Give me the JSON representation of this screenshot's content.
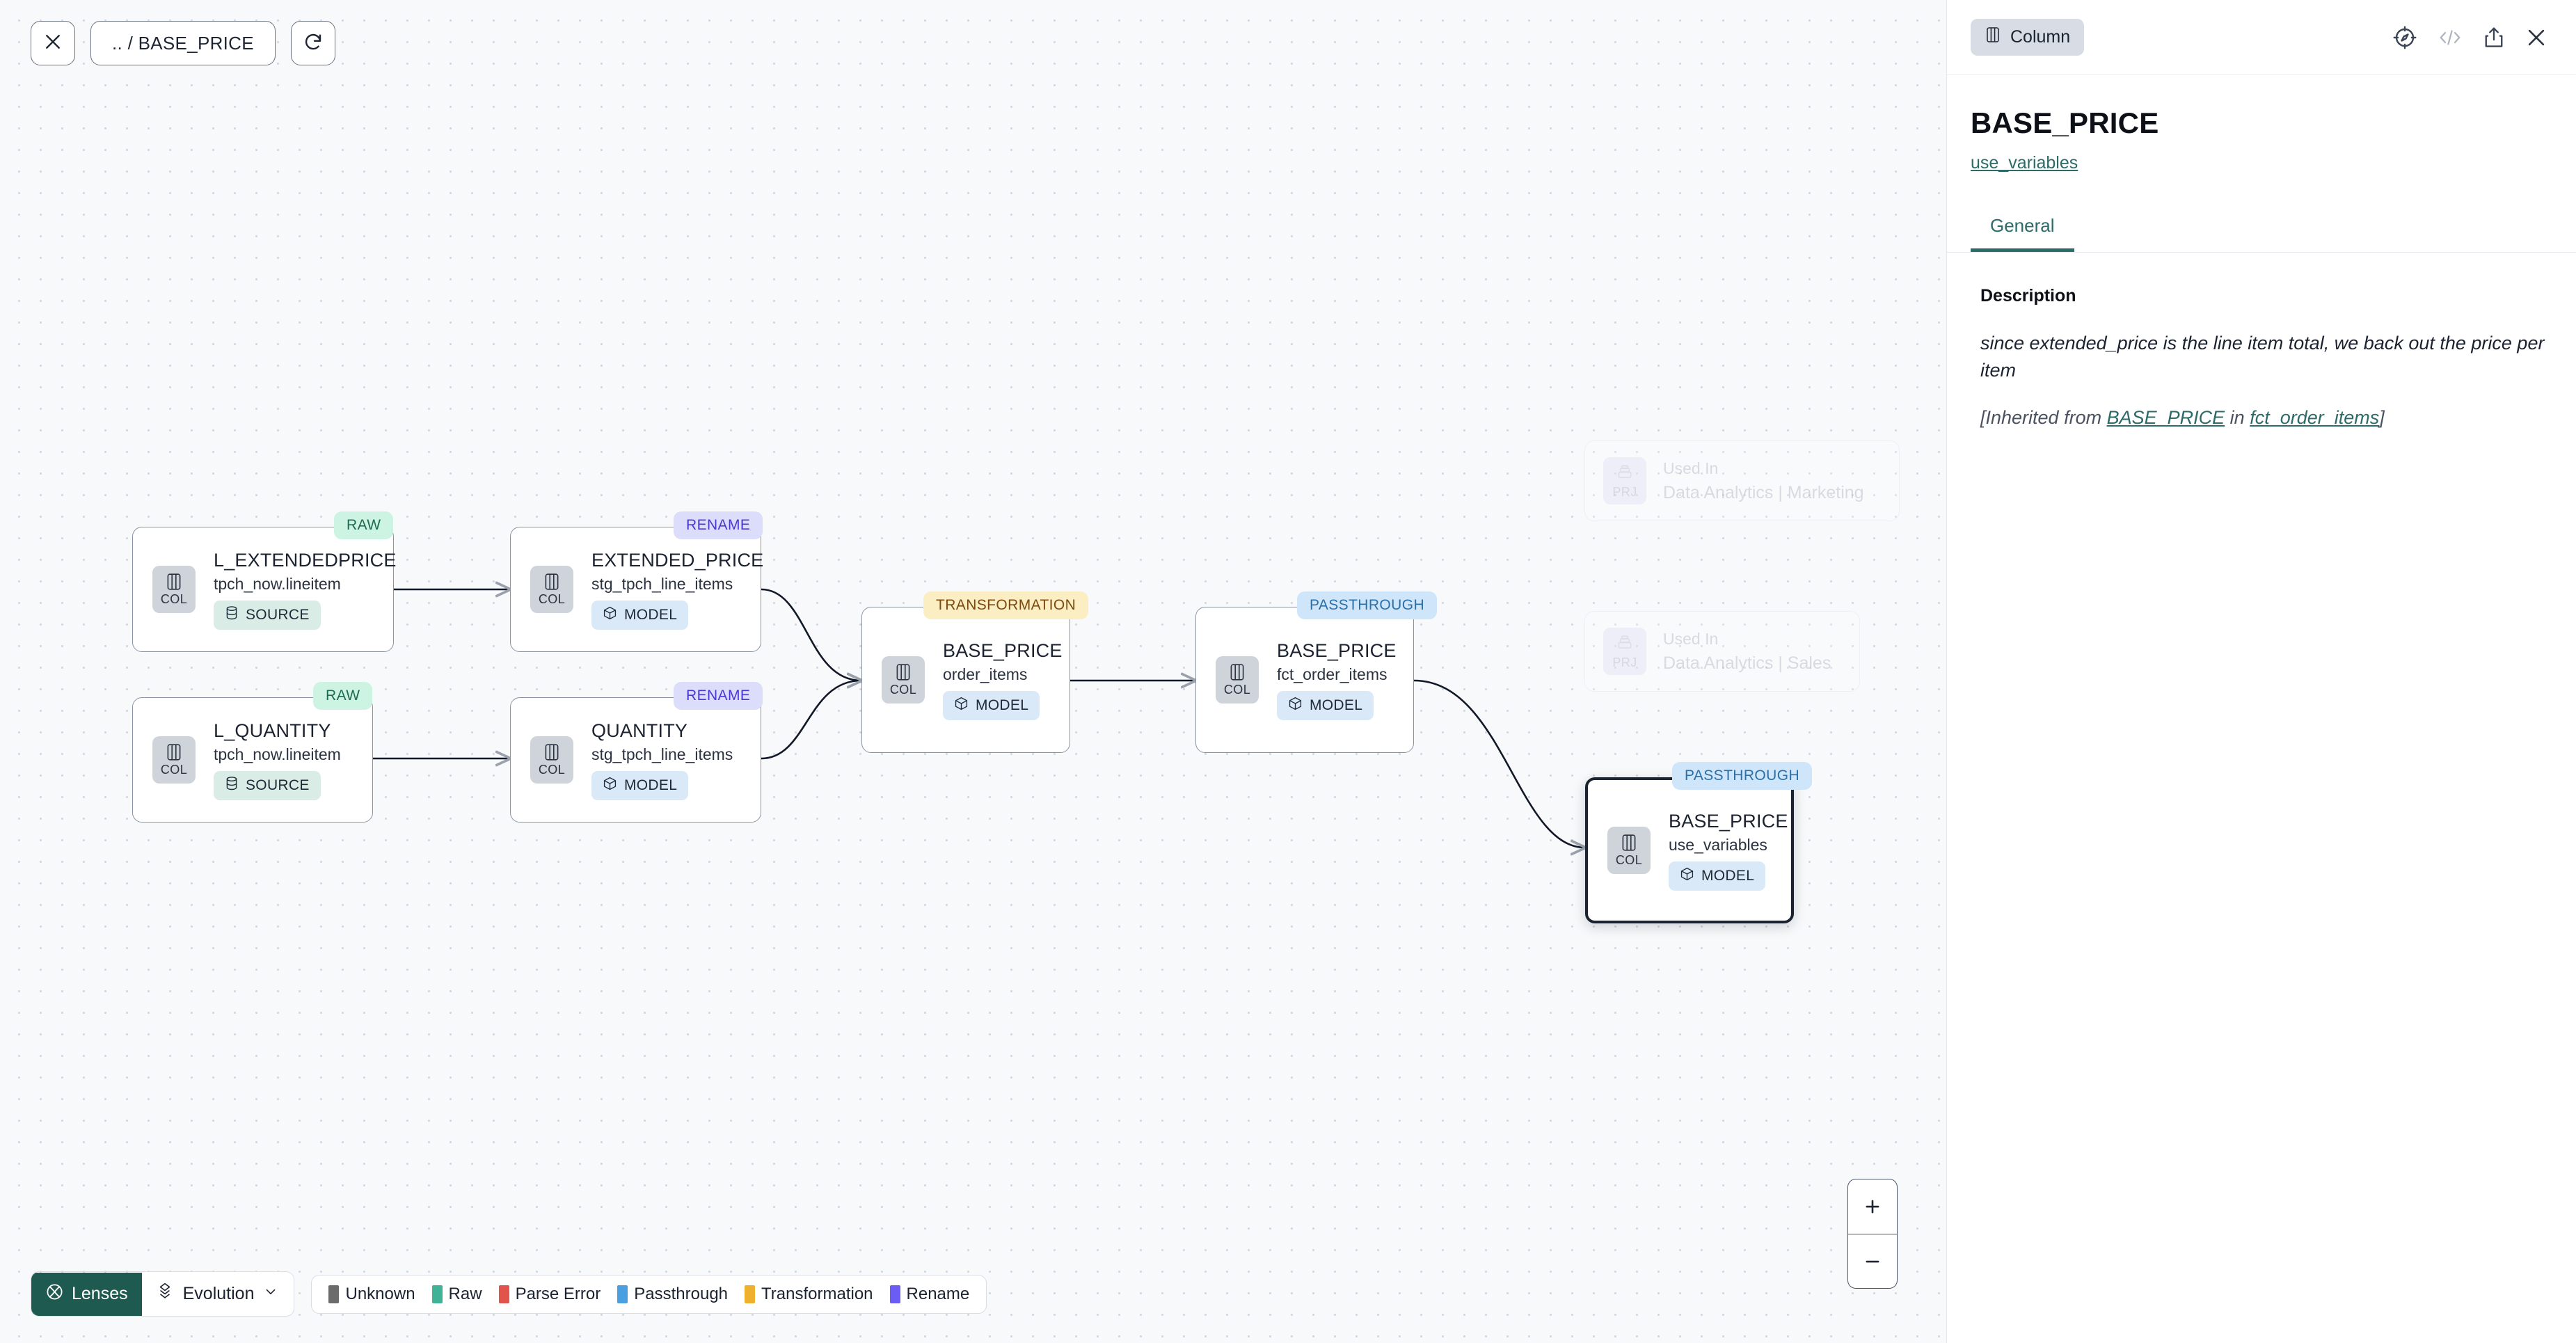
{
  "toolbar": {
    "close_icon": "close-icon",
    "breadcrumb": ".. / BASE_PRICE",
    "refresh_icon": "refresh-icon"
  },
  "graph": {
    "nodes": [
      {
        "id": "l-extendedprice",
        "badge": "RAW",
        "badge_kind": "raw",
        "icon_label": "COL",
        "title": "L_EXTENDEDPRICE",
        "subtitle": "tpch_now.lineitem",
        "tag": "SOURCE",
        "tag_kind": "source",
        "selected": false
      },
      {
        "id": "l-quantity",
        "badge": "RAW",
        "badge_kind": "raw",
        "icon_label": "COL",
        "title": "L_QUANTITY",
        "subtitle": "tpch_now.lineitem",
        "tag": "SOURCE",
        "tag_kind": "source",
        "selected": false
      },
      {
        "id": "extended-price",
        "badge": "RENAME",
        "badge_kind": "rename",
        "icon_label": "COL",
        "title": "EXTENDED_PRICE",
        "subtitle": "stg_tpch_line_items",
        "tag": "MODEL",
        "tag_kind": "model",
        "selected": false
      },
      {
        "id": "quantity",
        "badge": "RENAME",
        "badge_kind": "rename",
        "icon_label": "COL",
        "title": "QUANTITY",
        "subtitle": "stg_tpch_line_items",
        "tag": "MODEL",
        "tag_kind": "model",
        "selected": false
      },
      {
        "id": "base-price-order-items",
        "badge": "TRANSFORMATION",
        "badge_kind": "transformation",
        "icon_label": "COL",
        "title": "BASE_PRICE",
        "subtitle": "order_items",
        "tag": "MODEL",
        "tag_kind": "model",
        "selected": false
      },
      {
        "id": "base-price-fct-order-items",
        "badge": "PASSTHROUGH",
        "badge_kind": "passthrough",
        "icon_label": "COL",
        "title": "BASE_PRICE",
        "subtitle": "fct_order_items",
        "tag": "MODEL",
        "tag_kind": "model",
        "selected": false
      },
      {
        "id": "base-price-use-variables",
        "badge": "PASSTHROUGH",
        "badge_kind": "passthrough",
        "icon_label": "COL",
        "title": "BASE_PRICE",
        "subtitle": "use_variables",
        "tag": "MODEL",
        "tag_kind": "model",
        "selected": true
      }
    ],
    "ghost_nodes": [
      {
        "id": "used-in-marketing",
        "icon_label": "PRJ",
        "top": "Used In",
        "name": "Data Analytics | Marketing"
      },
      {
        "id": "used-in-sales",
        "icon_label": "PRJ",
        "top": "Used In",
        "name": "Data Analytics | Sales"
      }
    ]
  },
  "bottom_bar": {
    "lenses_label": "Lenses",
    "evolution_label": "Evolution",
    "legend": [
      {
        "label": "Unknown",
        "color": "#6b6b6b"
      },
      {
        "label": "Raw",
        "color": "#40b296"
      },
      {
        "label": "Parse Error",
        "color": "#e0544c"
      },
      {
        "label": "Passthrough",
        "color": "#4a9fe0"
      },
      {
        "label": "Transformation",
        "color": "#eeb02e"
      },
      {
        "label": "Rename",
        "color": "#6b5cf6"
      }
    ]
  },
  "zoom_controls": {
    "zoom_in": "+",
    "zoom_out": "–"
  },
  "panel": {
    "type_chip": "Column",
    "title": "BASE_PRICE",
    "subtitle_link": "use_variables",
    "tabs": [
      {
        "label": "General",
        "active": true
      }
    ],
    "description": {
      "label": "Description",
      "text": "since extended_price is the line item total, we back out the price per item",
      "inherited_prefix": "[Inherited from ",
      "inherited_column": "BASE_PRICE",
      "inherited_mid": " in ",
      "inherited_model": "fct_order_items",
      "inherited_suffix": "]"
    }
  },
  "colors": {
    "accent_teal": "#2c6b68",
    "lens_green": "#1f5a50"
  }
}
